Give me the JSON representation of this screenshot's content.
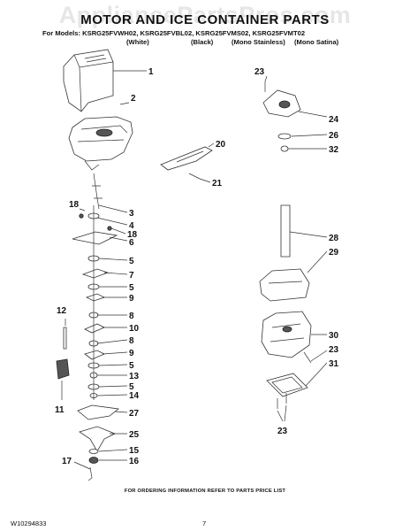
{
  "watermark": "AppliancePartsPros.com",
  "title": "MOTOR AND ICE CONTAINER PARTS",
  "models_line": "For Models: KSRG25FVWH02, KSRG25FVBL02, KSRG25FVMS02, KSRG25FVMT02",
  "variants": [
    "(White)",
    "(Black)",
    "(Mono Stainless)",
    "(Mono Satina)"
  ],
  "footer": "FOR ORDERING INFORMATION REFER TO PARTS PRICE LIST",
  "doc_number": "W10294833",
  "page_number": "7",
  "callouts": [
    "1",
    "2",
    "3",
    "18",
    "4",
    "18",
    "6",
    "5",
    "7",
    "5",
    "9",
    "8",
    "12",
    "10",
    "8",
    "9",
    "5",
    "13",
    "5",
    "14",
    "11",
    "27",
    "25",
    "15",
    "17",
    "16",
    "20",
    "21",
    "23",
    "24",
    "26",
    "32",
    "28",
    "29",
    "30",
    "23",
    "31",
    "23"
  ]
}
